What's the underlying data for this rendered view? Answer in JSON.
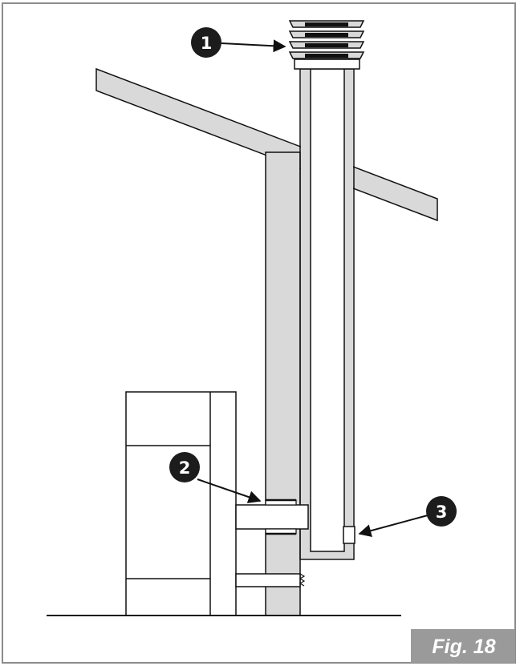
{
  "figure": {
    "label": "Fig. 18",
    "label_bg_color": "#9a9a9a",
    "frame_color": "#8c8c8c",
    "line_color": "#111111",
    "fill_color": "#d9d9d9"
  },
  "callouts": [
    {
      "number": "1",
      "target": "chimney-cap"
    },
    {
      "number": "2",
      "target": "wall-thimble"
    },
    {
      "number": "3",
      "target": "cleanout-tee"
    }
  ]
}
